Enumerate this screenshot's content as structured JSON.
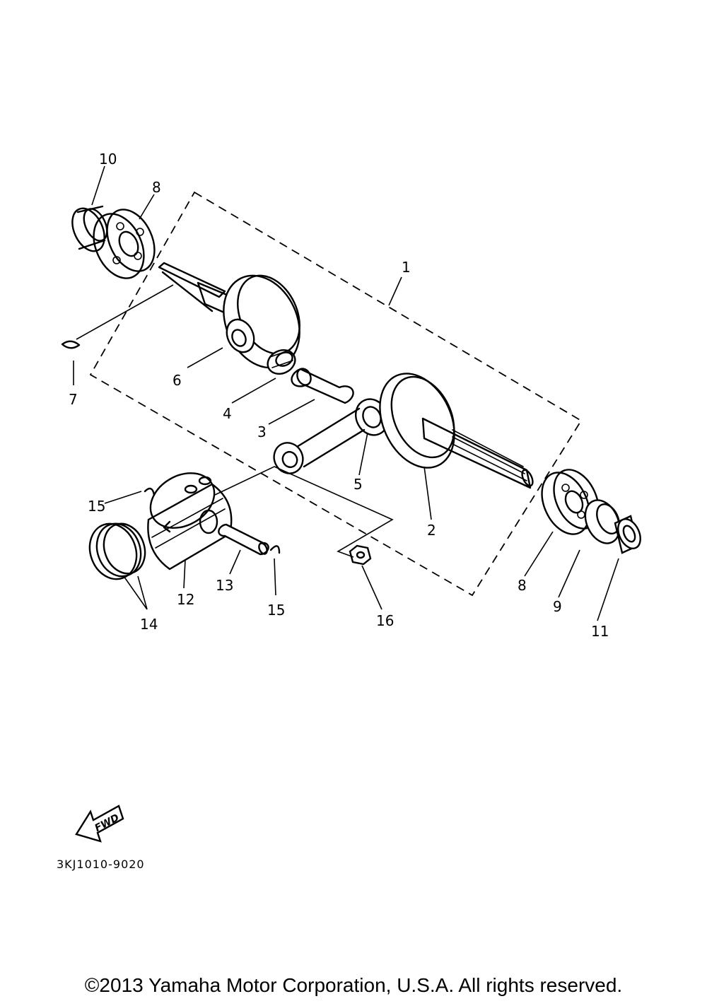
{
  "diagram": {
    "callouts": [
      {
        "id": "1",
        "label": "1"
      },
      {
        "id": "2",
        "label": "2"
      },
      {
        "id": "3",
        "label": "3"
      },
      {
        "id": "4",
        "label": "4"
      },
      {
        "id": "5",
        "label": "5"
      },
      {
        "id": "6",
        "label": "6"
      },
      {
        "id": "7",
        "label": "7"
      },
      {
        "id": "8a",
        "label": "8"
      },
      {
        "id": "8b",
        "label": "8"
      },
      {
        "id": "9",
        "label": "9"
      },
      {
        "id": "10",
        "label": "10"
      },
      {
        "id": "11",
        "label": "11"
      },
      {
        "id": "12",
        "label": "12"
      },
      {
        "id": "13",
        "label": "13"
      },
      {
        "id": "14",
        "label": "14"
      },
      {
        "id": "15a",
        "label": "15"
      },
      {
        "id": "15b",
        "label": "15"
      },
      {
        "id": "16",
        "label": "16"
      }
    ],
    "fwd_label": "FWD",
    "part_code": "3KJ1010-9020",
    "copyright": "©2013 Yamaha Motor Corporation, U.S.A. All rights reserved."
  }
}
